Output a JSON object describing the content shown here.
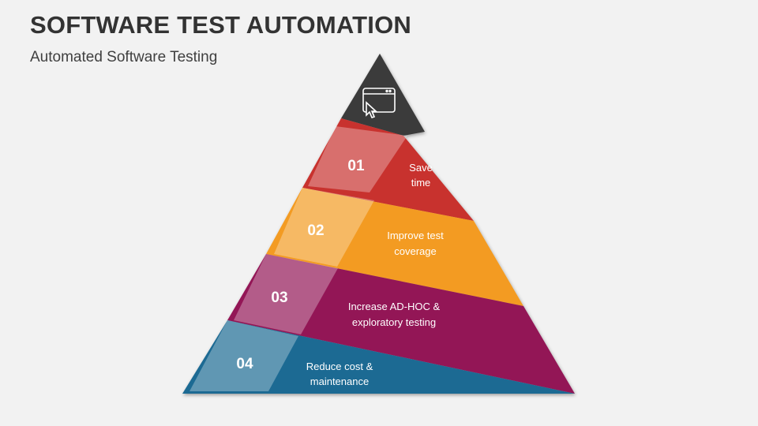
{
  "header": {
    "title": "SOFTWARE TEST AUTOMATION",
    "subtitle": "Automated Software Testing"
  },
  "apex": {
    "icon": "monitor-cursor-icon",
    "color": "#3a3a3a"
  },
  "levels": [
    {
      "number": "01",
      "line1": "Save",
      "line2": "time",
      "color": "#c8322e"
    },
    {
      "number": "02",
      "line1": "Improve test",
      "line2": "coverage",
      "color": "#f39b20"
    },
    {
      "number": "03",
      "line1": "Increase AD-HOC &",
      "line2": "exploratory testing",
      "color": "#931556"
    },
    {
      "number": "04",
      "line1": "Reduce cost &",
      "line2": "maintenance",
      "color": "#1f6b93"
    }
  ]
}
